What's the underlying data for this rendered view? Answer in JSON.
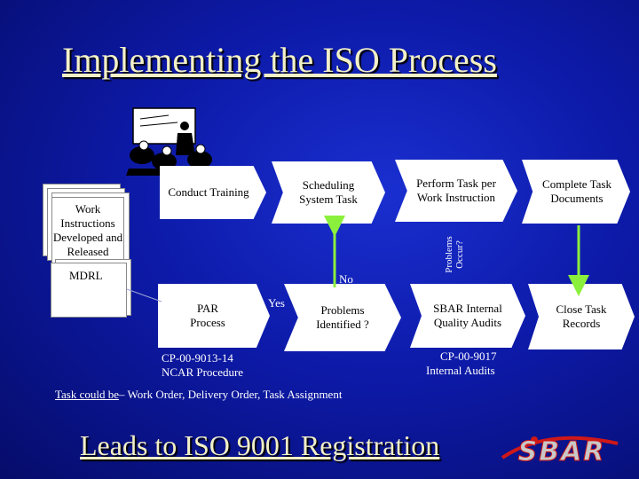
{
  "title": "Implementing the ISO Process",
  "nodes": {
    "work_instructions": "Work Instructions Developed and Released",
    "mdrl": "MDRL",
    "conduct_training": "Conduct Training",
    "scheduling": "Scheduling System Task",
    "perform_task": "Perform Task per Work Instruction",
    "complete_docs": "Complete Task Documents",
    "par_process": "PAR Process",
    "problems_identified": "Problems Identified ?",
    "sbar_audits": "SBAR Internal Quality Audits",
    "close_records": "Close Task Records",
    "problems_occur": "Problems Occur?"
  },
  "labels": {
    "yes": "Yes",
    "no": "No",
    "cp_9013": "CP-00-9013-14",
    "ncar": "NCAR Procedure",
    "cp_9017": "CP-00-9017",
    "internal_audits": "Internal Audits",
    "task_could_be": "Task could be",
    "task_list": "– Work Order, Delivery Order, Task Assignment"
  },
  "footer": {
    "leads": "Leads to ISO 9001 Registration",
    "logo": "SBAR"
  },
  "colors": {
    "arrow": "#8bf03c",
    "title": "#f2f0c8",
    "logo_red": "#d01818"
  }
}
